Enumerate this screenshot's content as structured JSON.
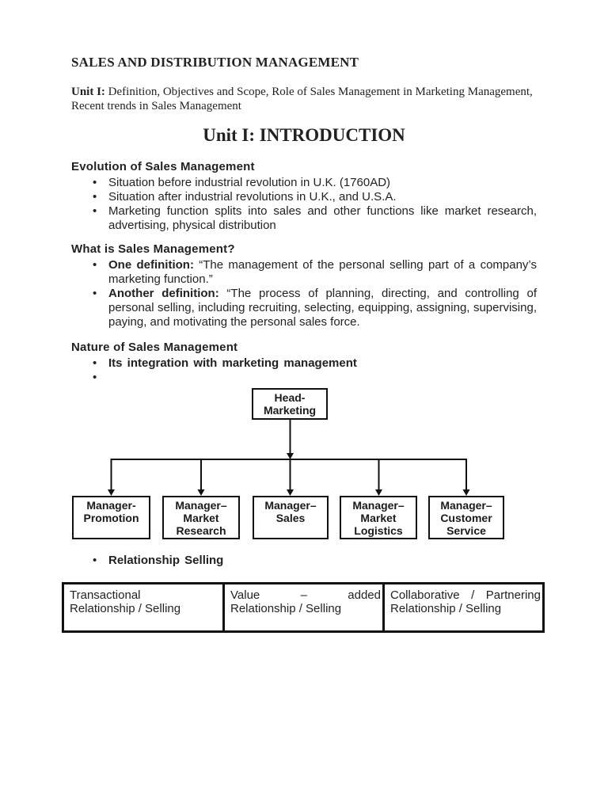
{
  "glyphs": {
    "bullet": "•"
  },
  "colors": {
    "text": "#222222",
    "line": "#111111",
    "background": "#ffffff"
  },
  "header": {
    "title": "SALES AND DISTRIBUTION MANAGEMENT",
    "unit_label": "Unit I:",
    "unit_desc": " Definition, Objectives and Scope, Role of Sales Management in Marketing Management, Recent trends in Sales Management",
    "main_heading": "Unit I: INTRODUCTION"
  },
  "sections": {
    "evolution": {
      "heading": "Evolution of Sales Management",
      "bullets": [
        "Situation before industrial revolution in U.K. (1760AD)",
        "Situation after industrial revolutions in U.K., and U.S.A.",
        "Marketing function splits into sales and other functions like market research, advertising, physical distribution"
      ]
    },
    "what_is": {
      "heading": "What is Sales Management?",
      "bullets": [
        {
          "label": "One definition:",
          "text": " “The management of the personal selling part of a company’s marketing function.”"
        },
        {
          "label": "Another definition:",
          "text": " “The process of planning, directing, and controlling of personal selling, including recruiting, selecting, equipping, assigning, supervising, paying, and motivating the personal sales force."
        }
      ]
    },
    "nature": {
      "heading": "Nature of Sales Management",
      "bullets": [
        "Its integration with marketing management",
        ""
      ]
    },
    "relationship": {
      "bullet": "Relationship Selling"
    }
  },
  "org_chart": {
    "root": {
      "line1": "Head-",
      "line2": "Marketing"
    },
    "children": [
      {
        "line1": "Manager-",
        "line2": "Promotion",
        "line3": ""
      },
      {
        "line1": "Manager–",
        "line2": "Market",
        "line3": "Research"
      },
      {
        "line1": "Manager–",
        "line2": "Sales",
        "line3": ""
      },
      {
        "line1": "Manager–",
        "line2": "Market",
        "line3": "Logistics"
      },
      {
        "line1": "Manager–",
        "line2": "Customer",
        "line3": "Service"
      }
    ]
  },
  "table": {
    "columns": [
      {
        "line1_words": [
          "Transactional"
        ],
        "line2": "Relationship / Selling"
      },
      {
        "line1_words": [
          "Value",
          "–",
          "added"
        ],
        "line2": "Relationship / Selling"
      },
      {
        "line1_words": [
          "Collaborative",
          "/",
          "Partnering"
        ],
        "line2": "Relationship / Selling"
      }
    ]
  }
}
